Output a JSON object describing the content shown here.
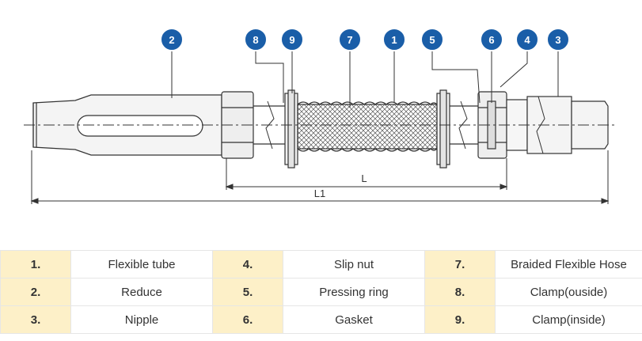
{
  "callouts": [
    "2",
    "8",
    "9",
    "7",
    "1",
    "5",
    "6",
    "4",
    "3"
  ],
  "dimensions": {
    "short": "L",
    "long": "L1"
  },
  "legend": [
    [
      {
        "num": "1.",
        "name": "Flexible tube"
      },
      {
        "num": "4.",
        "name": "Slip nut"
      },
      {
        "num": "7.",
        "name": "Braided Flexible Hose"
      }
    ],
    [
      {
        "num": "2.",
        "name": "Reduce"
      },
      {
        "num": "5.",
        "name": "Pressing ring"
      },
      {
        "num": "8.",
        "name": "Clamp(ouside)"
      }
    ],
    [
      {
        "num": "3.",
        "name": "Nipple"
      },
      {
        "num": "6.",
        "name": "Gasket"
      },
      {
        "num": "9.",
        "name": "Clamp(inside)"
      }
    ]
  ],
  "colors": {
    "callout_fill": "#1a5ea8",
    "number_cell": "#fdf0c8",
    "line": "#333333"
  }
}
